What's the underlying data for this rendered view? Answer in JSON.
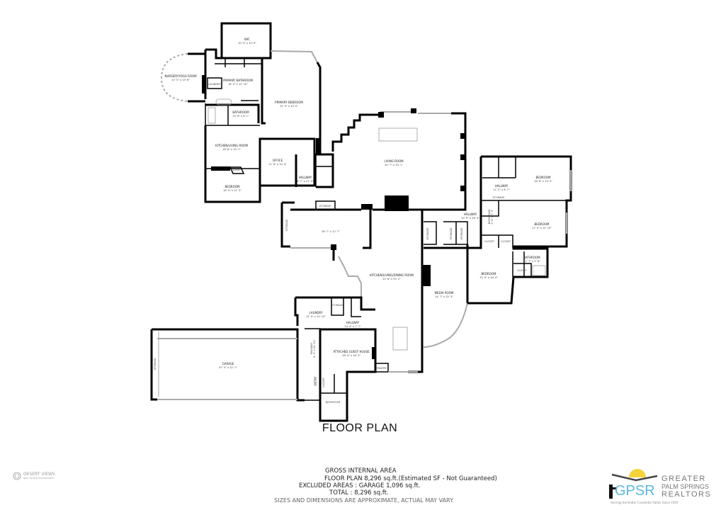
{
  "title": "FLOOR PLAN",
  "rooms": {
    "wic": {
      "name": "WIC",
      "dims": "10' 5\" x 10' 0\""
    },
    "nursery": {
      "name": "NURSERY/YOGA ROOM",
      "dims": "13' 5\" x 15' 8\""
    },
    "primary_bath": {
      "name": "PRIMARY BATHROOM",
      "dims": "16' 0\" x 12' 10\""
    },
    "laundry_small": {
      "name": "LAUNDRY"
    },
    "primary_bed": {
      "name": "PRIMARY BEDROOM",
      "dims": "20' 3\" x 29' 0\""
    },
    "bath1": {
      "name": "BATHROOM",
      "dims": "10' 8\" x 8' 1\""
    },
    "kitchen_living": {
      "name": "KITCHEN/LIVING ROOM",
      "dims": "18' 6\" x 14' 1\""
    },
    "office": {
      "name": "OFFICE",
      "dims": "11' 6\" x 10' 0\""
    },
    "closet1": {
      "name": "CLOSET"
    },
    "bed1": {
      "name": "BEDROOM",
      "dims": "18' 9\" x 11' 3\""
    },
    "hall1": {
      "name": "HALLWAY",
      "dims": "6' 7\" x 21' 0\""
    },
    "living": {
      "name": "LIVING ROOM",
      "dims": "30' 7\" x 33' 1\""
    },
    "storage1": {
      "name": "STORAGE"
    },
    "storage2": {
      "name": "STORAGE"
    },
    "unnamed": {
      "dims": "26' 7\" x 12' 7\""
    },
    "kld": {
      "name": "KITCHEN/LIVING/DINING ROOM",
      "dims": "20' 6\" x 55' 2\""
    },
    "media": {
      "name": "MEDIA ROOM",
      "dims": "14' 7\" x 32' 3\""
    },
    "storage3": {
      "name": "STORAGE"
    },
    "storage4": {
      "name": "STORAGE"
    },
    "storage5": {
      "name": "STORAGE"
    },
    "hall2": {
      "name": "HALLWAY",
      "dims": "19' 9\" x 28' 4\""
    },
    "bed2": {
      "name": "BEDROOM",
      "dims": "18' 8\" x 14' 5\""
    },
    "hall3": {
      "name": "HALLWAY",
      "dims": "11' 2\" x 6' 7\""
    },
    "storage6": {
      "name": "STORAGE"
    },
    "bath2": {
      "name": "BATHROOM",
      "dims": "9' 4\" x 7' 9\""
    },
    "bed3": {
      "name": "BEDROOM",
      "dims": "17' 4\" x 15' 10\""
    },
    "closet2": {
      "name": "CLOSET"
    },
    "closet3": {
      "name": "CLOSET"
    },
    "bath3": {
      "name": "BATHROOM",
      "dims": "11' 7\" x 9' 8\""
    },
    "closet4": {
      "name": "CLOSET"
    },
    "bed4": {
      "name": "BEDROOM",
      "dims": "15' 9\" x 16' 4\""
    },
    "laundry": {
      "name": "LAUNDRY",
      "dims": "12' 0\" x 10' 10\""
    },
    "storage7": {
      "name": "STORAGE"
    },
    "hall4": {
      "name": "HALLWAY",
      "dims": "14' 4\" x 7' 7\""
    },
    "garage": {
      "name": "GARAGE",
      "dims": "47' 5\" x 22' 1\""
    },
    "storage8": {
      "name": "STORAGE"
    },
    "hall5": {
      "name": "HALLWAY",
      "dims": "5' 0\" x 22' 10\""
    },
    "guest": {
      "name": "ATTACHED GUEST HOUSE",
      "dims": "18' 4\" x 16' 3\""
    },
    "pantry": {
      "name": "PANTRY"
    },
    "entry": {
      "name": "ENTRY"
    },
    "closet5": {
      "name": "CLOSET"
    },
    "bath4": {
      "name": "BATHROOM"
    }
  },
  "area": {
    "heading": "GROSS INTERNAL AREA",
    "floor_plan": "FLOOR PLAN 8,296 sq.ft.(Estimated SF - Not Guaranteed)",
    "excluded": "EXCLUDED AREAS :  GARAGE 1,096 sq.ft.",
    "total": "TOTAL :  8,296 sq.ft.",
    "disclaimer": "SIZES AND DIMENSIONS ARE APPROXIMATE, ACTUAL MAY VARY."
  },
  "logos": {
    "desert_views": {
      "name": "DESERT VIEWS",
      "sub": "REAL ESTATE PHOTOGRAPHY"
    },
    "gpsr": {
      "mark": "GPSR",
      "line1": "GREATER",
      "line2": "PALM SPRINGS",
      "line3": "REALTORS",
      "tagline": "Serving the Entire Coachella Valley Since 1920",
      "colors": {
        "g": "#5bb8e0",
        "p": "#f39a2b",
        "s": "#f39a2b",
        "r": "#5bb8e0",
        "sun": "#f5d23a",
        "text": "#777777"
      }
    }
  }
}
